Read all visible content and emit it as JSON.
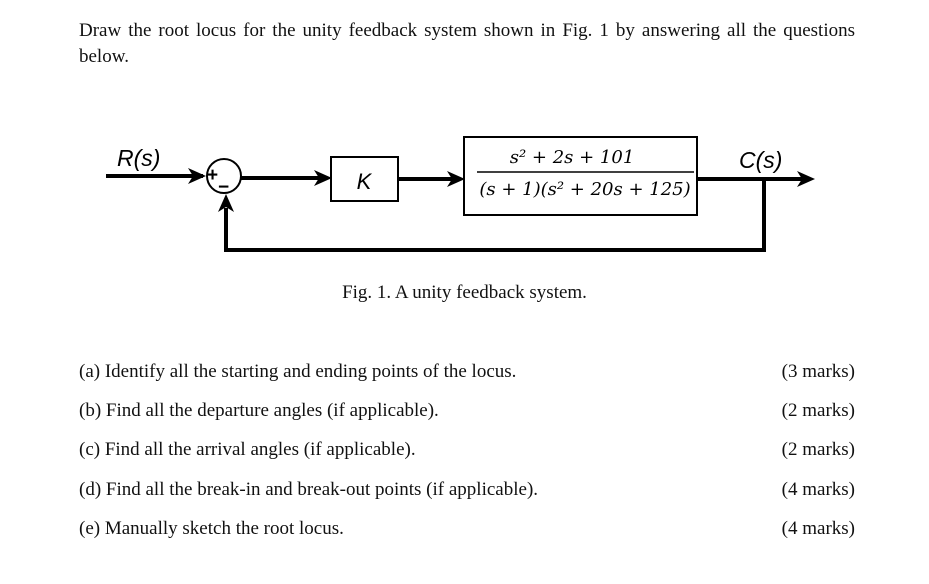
{
  "intro": "Draw the root locus for the unity feedback system shown in Fig. 1 by answering all the questions below.",
  "diagram": {
    "input_label": "R(s)",
    "output_label": "C(s)",
    "gain_label": "K",
    "plus_sign": "+",
    "minus_sign": "−",
    "tf_numerator": "s² + 2s + 101",
    "tf_denominator": "(s + 1)(s² + 20s + 125)"
  },
  "caption": "Fig. 1. A unity feedback system.",
  "questions": [
    {
      "text": "(a) Identify all the starting and ending points of the locus.",
      "marks": "(3 marks)"
    },
    {
      "text": "(b) Find all the departure angles (if applicable).",
      "marks": "(2 marks)"
    },
    {
      "text": "(c) Find all the arrival angles (if applicable).",
      "marks": "(2 marks)"
    },
    {
      "text": "(d) Find all the break-in and break-out points (if applicable).",
      "marks": "(4 marks)"
    },
    {
      "text": "(e) Manually sketch the root locus.",
      "marks": "(4 marks)"
    }
  ]
}
